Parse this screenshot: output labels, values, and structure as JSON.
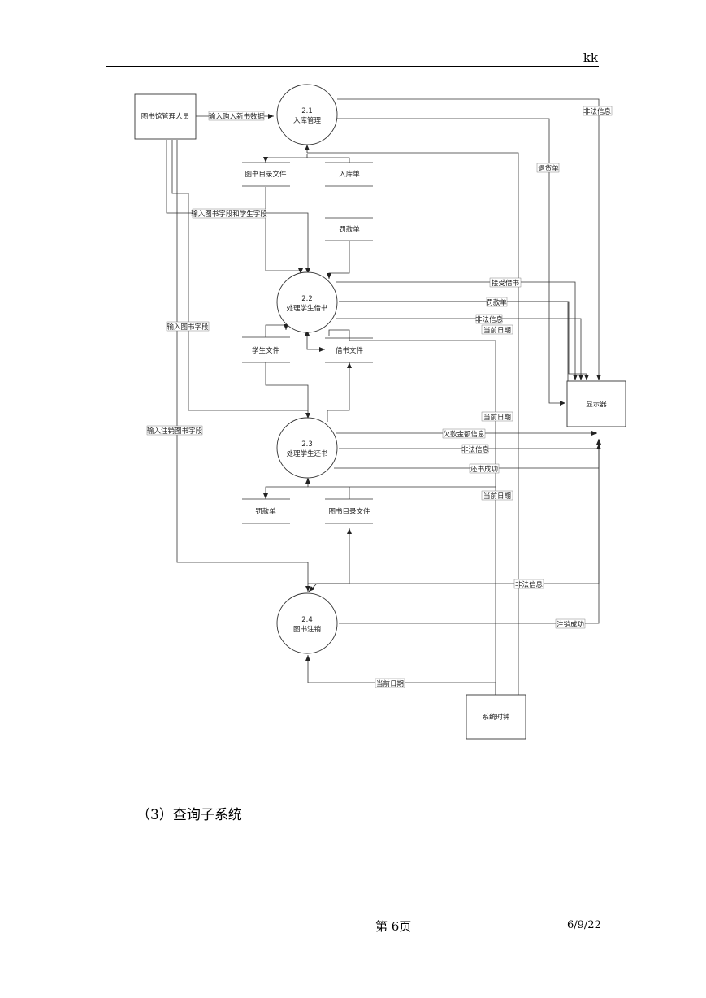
{
  "header": {
    "text": "kk"
  },
  "diagram": {
    "entities": {
      "librarian": "图书馆管理人员",
      "display": "显示器",
      "clock": "系统时钟"
    },
    "processes": [
      {
        "id": "2.1",
        "name": "入库管理"
      },
      {
        "id": "2.2",
        "name": "处理学生借书"
      },
      {
        "id": "2.3",
        "name": "处理学生还书"
      },
      {
        "id": "2.4",
        "name": "图书注销"
      }
    ],
    "stores": {
      "catalog1": "图书目录文件",
      "stockin": "入库单",
      "fine1": "罚款单",
      "student": "学生文件",
      "borrow": "借书文件",
      "fine2": "罚款单",
      "catalog2": "图书目录文件"
    },
    "flows": {
      "new_book": "输入购入新书数据",
      "illegal_21": "非法信息",
      "return_slip": "退货单",
      "book_student_fields": "输入图书字段和学生字段",
      "accept_borrow": "接受借书",
      "fine_slip": "罚款单",
      "illegal_22": "非法信息",
      "date_22": "当前日期",
      "book_field": "输入图书字段",
      "date_23a": "当前日期",
      "cancel_field": "输入注销图书字段",
      "debt_info": "欠款金额信息",
      "illegal_23": "非法信息",
      "return_ok": "还书成功",
      "date_23b": "当前日期",
      "illegal_24": "非法信息",
      "cancel_ok": "注销成功",
      "date_24": "当前日期"
    }
  },
  "section": {
    "title": "（3）查询子系统"
  },
  "footer": {
    "page": "第 6页",
    "date": "6/9/22"
  }
}
